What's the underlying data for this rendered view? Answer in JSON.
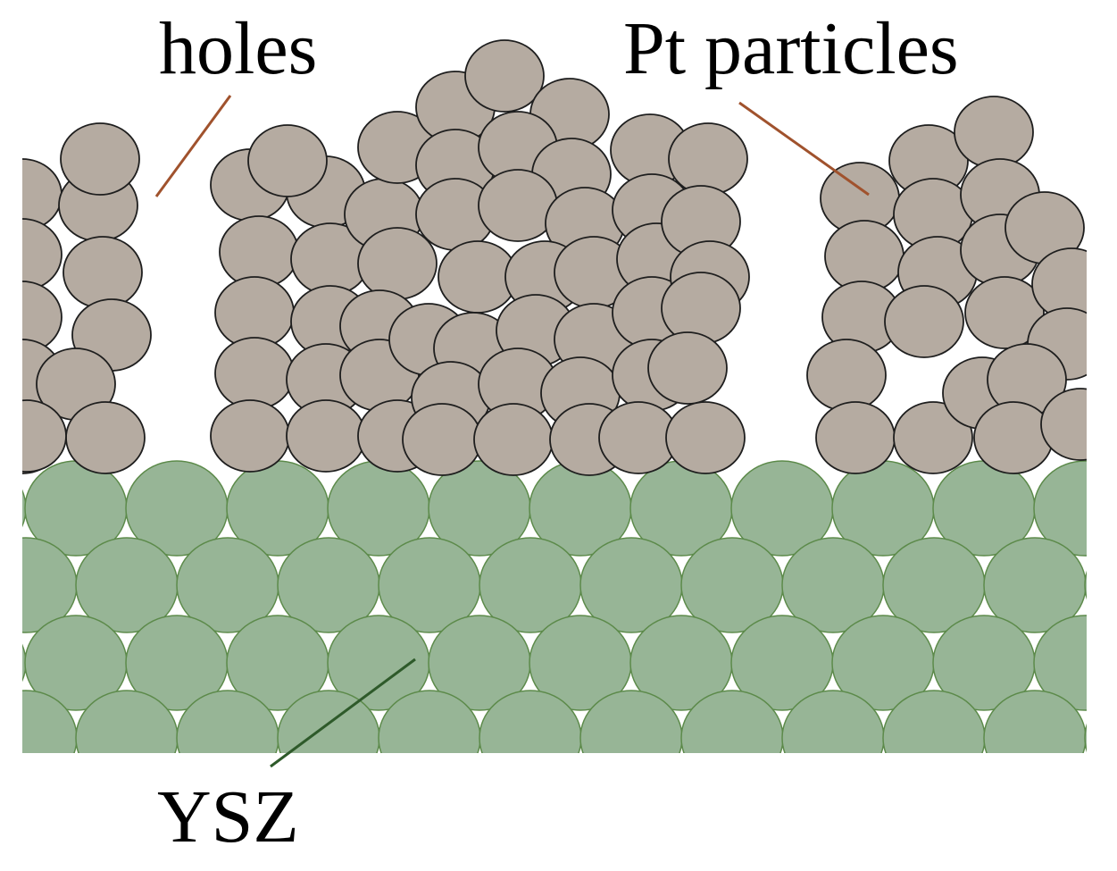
{
  "labels": {
    "holes": "holes",
    "pt_particles": "Pt particles",
    "ysz": "YSZ"
  },
  "colors": {
    "pt_fill": "#b5aba1",
    "pt_stroke": "#1e1e1e",
    "ysz_fill": "#97b596",
    "ysz_stroke": "#5c8a4a",
    "holes_leader": "#a0522d",
    "pt_leader": "#a0522d",
    "ysz_leader": "#2e5a2a"
  }
}
